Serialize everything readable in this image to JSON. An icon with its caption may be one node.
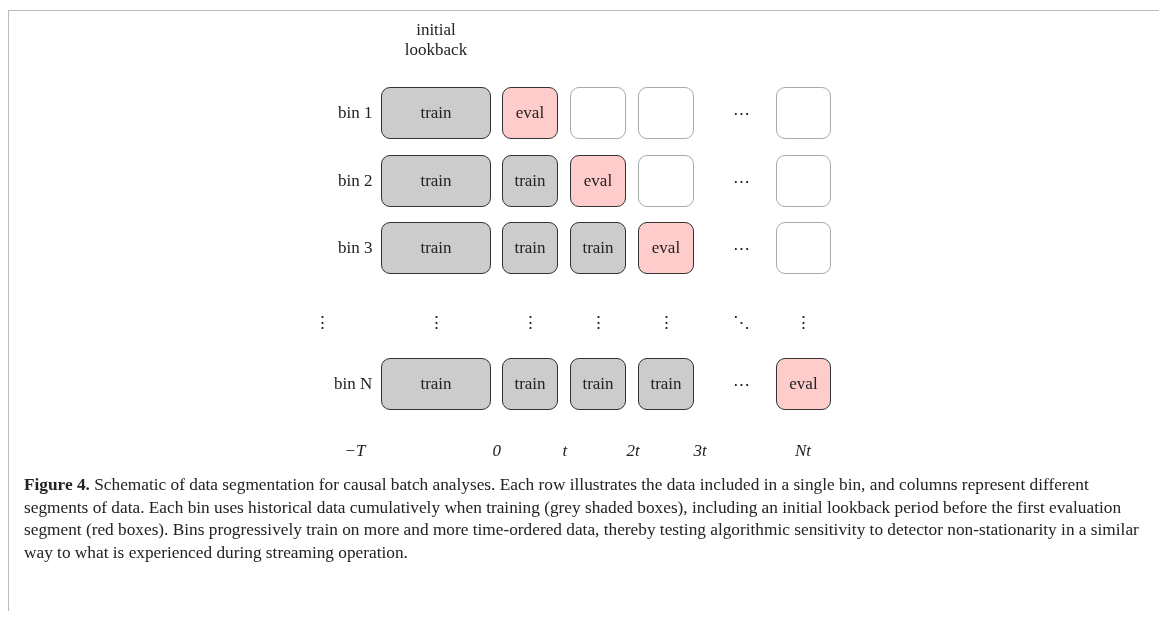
{
  "diagram": {
    "caption": "**Figure 4.** Schematic of data segmentation for causal batch analyses. Each row illustrates the data included in a single bin, and columns represent different segments of data. Each bin uses historical data cumulatively when training (grey shaded boxes), including an initial lookback period before the first evaluation segment (red boxes). Bins progressively train on more and more time-ordered data, thereby testing algorithmic sensitivity to detector non-stationarity in a similar way to what is experienced during streaming operation.",
    "nodes": [
      {
        "text": [
          "train"
        ]
      },
      {
        "text": [
          "eval"
        ]
      },
      {
        "text": [],
        "shape": "box"
      },
      {
        "text": [],
        "shape": "box"
      },
      {
        "text": [],
        "shape": "box"
      },
      {
        "text": [
          "train"
        ]
      },
      {
        "text": [
          "train"
        ]
      },
      {
        "text": [
          "eval"
        ]
      },
      {
        "text": [],
        "shape": "box"
      },
      {
        "text": [],
        "shape": "box"
      },
      {
        "text": [
          "train"
        ]
      },
      {
        "text": [
          "train"
        ]
      },
      {
        "text": [
          "train"
        ]
      },
      {
        "text": [
          "eval"
        ]
      },
      {
        "text": [],
        "shape": "box"
      },
      {
        "text": [
          "train"
        ]
      },
      {
        "text": [
          "train"
        ]
      },
      {
        "text": [
          "train"
        ]
      },
      {
        "text": [
          "train"
        ]
      },
      {
        "text": [
          "eval"
        ]
      }
    ],
    "labels": [
      "initial lookback",
      "bin 1",
      "⋯",
      "bin 2",
      "⋯",
      "bin 3",
      "⋯",
      "⋮",
      "⋮",
      "⋮",
      "⋮",
      "⋮",
      "⋱",
      "⋮",
      "bin N",
      "⋯",
      "−T",
      "0",
      "t",
      "2t",
      "3t",
      "Nt"
    ]
  }
}
